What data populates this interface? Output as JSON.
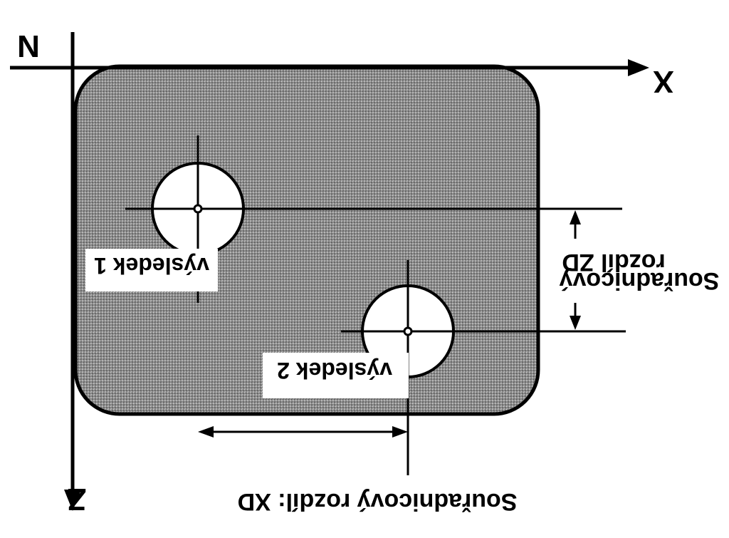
{
  "axes": {
    "x_label": "X",
    "z_label": "Z",
    "corner_label": "N"
  },
  "features": [
    {
      "label": "výsledek 1"
    },
    {
      "label": "výsledek 2"
    }
  ],
  "dimensions": {
    "zd_line1": "Souřadnicový",
    "zd_line2": "rozdíl ZD",
    "xd_label": "Souřadnicový rozdíl: XD"
  },
  "colors": {
    "plate_fill": "#9a9a9a",
    "stroke": "#000000",
    "background": "#ffffff"
  }
}
